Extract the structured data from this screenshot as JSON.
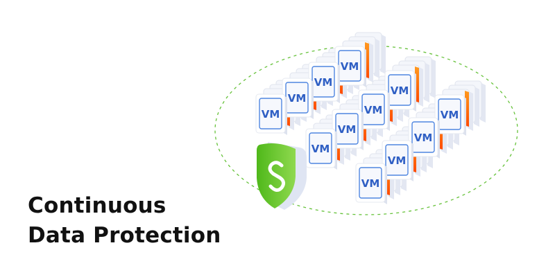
{
  "title": {
    "line1": "Continuous",
    "line2": "Data Protection"
  },
  "vm_label": "VM",
  "vm_grid": {
    "rows": 3,
    "columns": 4
  },
  "colors": {
    "accent_orange": "#ff5a00",
    "vm_blue": "#2f5fc4",
    "shield_green": "#5cc225",
    "dashed_ellipse": "#66c23a",
    "title_text": "#111111"
  }
}
